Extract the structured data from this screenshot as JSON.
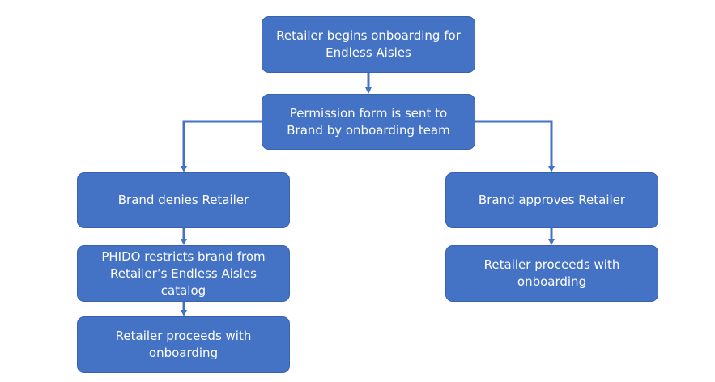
{
  "colors": {
    "box_fill": "#4472C4",
    "connector": "#4472C4",
    "text": "#FFFFFF"
  },
  "nodes": [
    {
      "id": "start",
      "label": "Retailer begins onboarding for Endless Aisles"
    },
    {
      "id": "permission",
      "label": "Permission form is sent to Brand by onboarding team"
    },
    {
      "id": "deny",
      "label": "Brand denies Retailer"
    },
    {
      "id": "restrict",
      "label": "PHIDO restricts brand from Retailer’s Endless Aisles catalog"
    },
    {
      "id": "proceed-left",
      "label": "Retailer proceeds with onboarding"
    },
    {
      "id": "approve",
      "label": "Brand approves Retailer"
    },
    {
      "id": "proceed-right",
      "label": "Retailer proceeds with onboarding"
    }
  ],
  "edges": [
    {
      "from": "start",
      "to": "permission"
    },
    {
      "from": "permission",
      "to": "deny"
    },
    {
      "from": "permission",
      "to": "approve"
    },
    {
      "from": "deny",
      "to": "restrict"
    },
    {
      "from": "restrict",
      "to": "proceed-left"
    },
    {
      "from": "approve",
      "to": "proceed-right"
    }
  ]
}
